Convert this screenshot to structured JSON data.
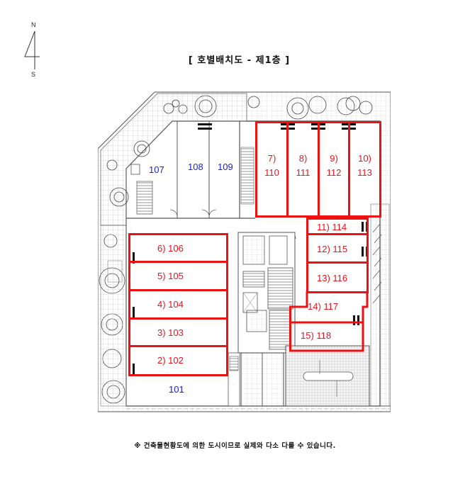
{
  "compass": {
    "north": "N",
    "south": "S"
  },
  "title": "[ 호별배치도 - 제1층 ]",
  "footer_note": "※ 건축물현황도에 의한 도시이므로 실제와 다소 다를 수 있습니다.",
  "colors": {
    "highlight": "#ee1111",
    "highlight_text": "#e8121c",
    "unhighlighted_text": "#1a22c8",
    "line": "#555555",
    "grid": "#cfcfcf"
  },
  "units_unhighlighted": [
    {
      "room": "101"
    },
    {
      "room": "107"
    },
    {
      "room": "108"
    },
    {
      "room": "109"
    }
  ],
  "units_highlighted": [
    {
      "index": "2)",
      "room": "102",
      "label": "2) 102"
    },
    {
      "index": "3)",
      "room": "103",
      "label": "3) 103"
    },
    {
      "index": "4)",
      "room": "104",
      "label": "4) 104"
    },
    {
      "index": "5)",
      "room": "105",
      "label": "5) 105"
    },
    {
      "index": "6)",
      "room": "106",
      "label": "6) 106"
    },
    {
      "index": "7)",
      "room": "110"
    },
    {
      "index": "8)",
      "room": "111"
    },
    {
      "index": "9)",
      "room": "112"
    },
    {
      "index": "10)",
      "room": "113"
    },
    {
      "index": "11)",
      "room": "114",
      "label": "11) 114"
    },
    {
      "index": "12)",
      "room": "115",
      "label": "12) 115"
    },
    {
      "index": "13)",
      "room": "116",
      "label": "13) 116"
    },
    {
      "index": "14)",
      "room": "117",
      "label": "14) 117"
    },
    {
      "index": "15)",
      "room": "118",
      "label": "15) 118"
    }
  ]
}
